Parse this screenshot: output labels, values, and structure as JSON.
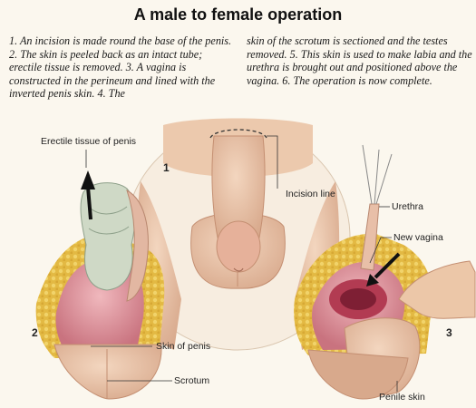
{
  "title": "A male to female operation",
  "caption_left": "1. An incision is made round the base of the penis. 2. The skin is peeled back as an intact tube; erectile tissue is removed. 3. A vagina is constructed in the perineum and lined with the inverted penis skin. 4. The",
  "caption_right": "skin of the scrotum is sectioned and the testes removed. 5. This skin is used to make labia and the urethra is brought out and positioned above the vagina. 6. The operation is now complete.",
  "figures": {
    "fig1": {
      "number": "1",
      "label_incision": "Incision line"
    },
    "fig2": {
      "number": "2",
      "label_erectile": "Erectile tissue of penis",
      "label_skin": "Skin of penis",
      "label_scrotum": "Scrotum"
    },
    "fig3": {
      "number": "3",
      "label_urethra": "Urethra",
      "label_vagina": "New vagina",
      "label_penile_skin": "Penile skin"
    }
  },
  "colors": {
    "skin": "#e9c2a4",
    "skin_shadow": "#c9957a",
    "fat": "#e8c24a",
    "tissue_pink": "#d98a9a",
    "erectile": "#c9d6c2",
    "cavity": "#b8394f",
    "background": "#fbf7ee"
  }
}
